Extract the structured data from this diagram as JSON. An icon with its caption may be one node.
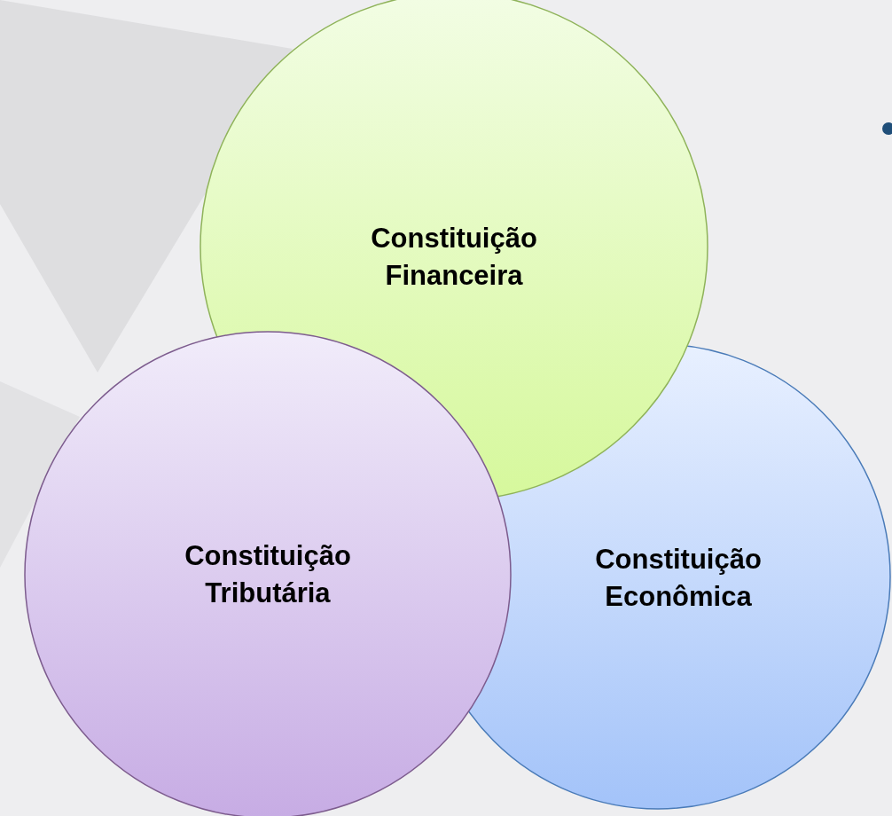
{
  "diagram": {
    "nodes": [
      {
        "text": [
          "Constituição Financeira"
        ]
      },
      {
        "text": [
          "Constituição Tributária"
        ]
      },
      {
        "text": [
          "Constituição Econômica"
        ]
      }
    ]
  }
}
